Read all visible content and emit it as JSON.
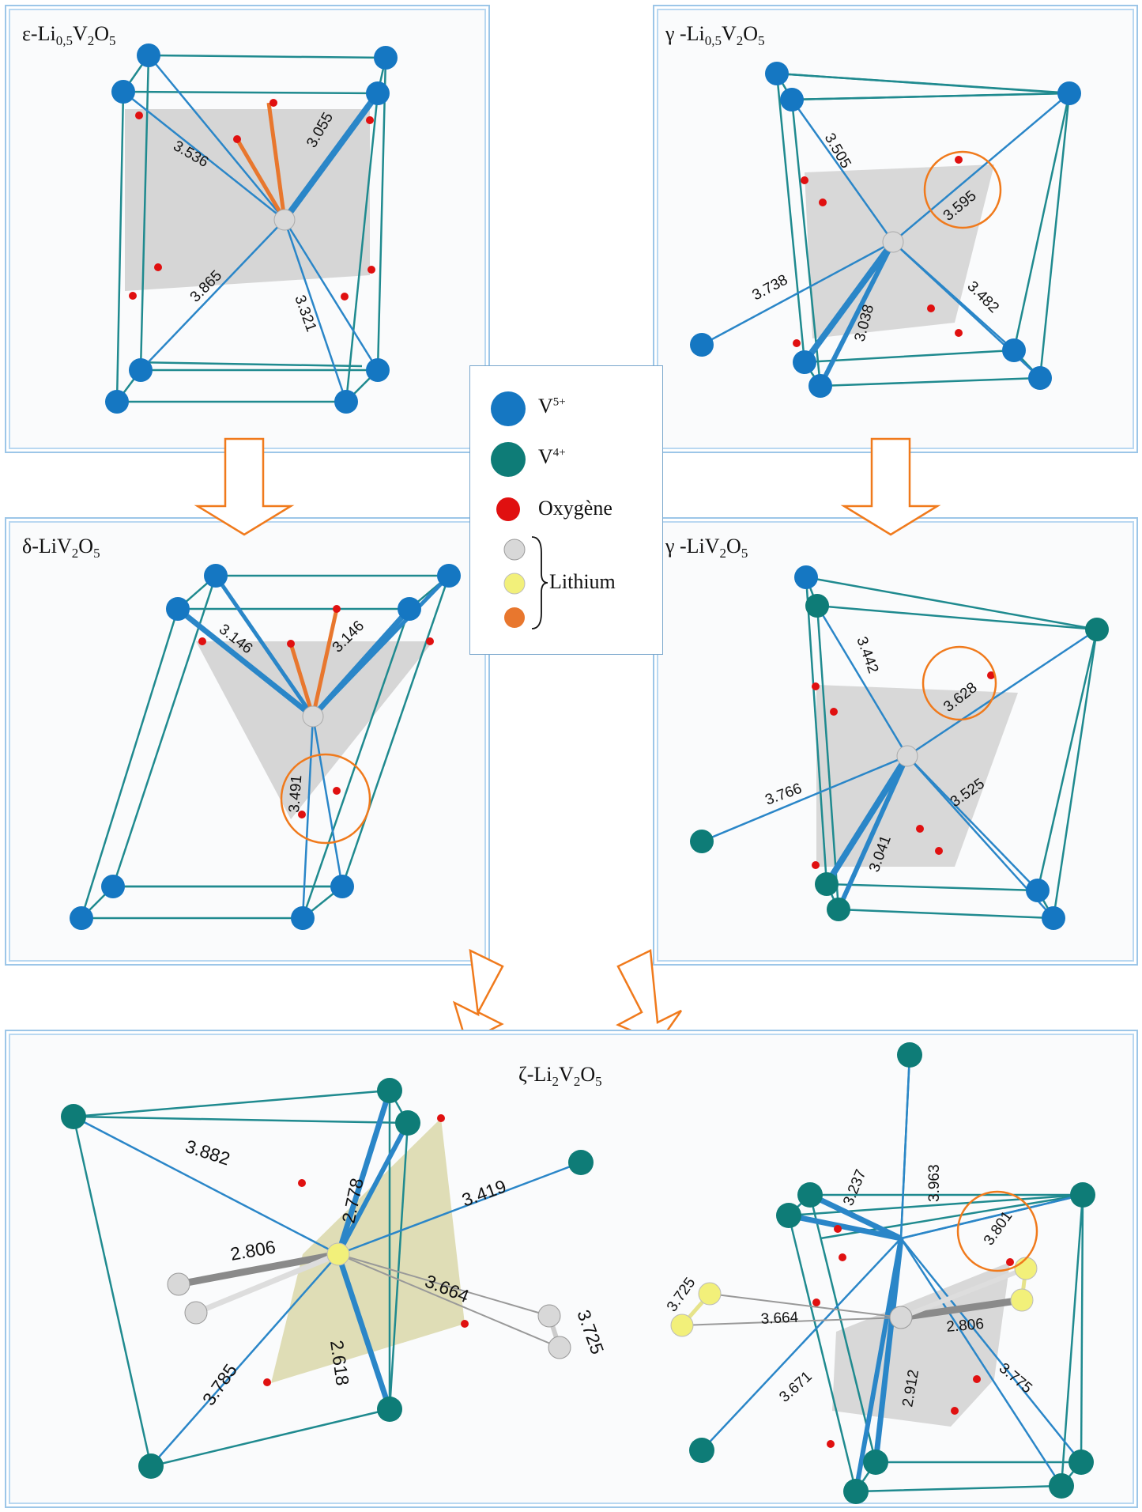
{
  "panels": {
    "eps": {
      "title_main": "ε-Li",
      "title_sub1": "0,5",
      "title_mid": "V",
      "title_sub2": "2",
      "title_o": "O",
      "title_sub3": "5",
      "distances": [
        "3.536",
        "3.055",
        "3.865",
        "3.321"
      ]
    },
    "gamma05": {
      "title_main": "γ -Li",
      "title_sub1": "0,5",
      "title_mid": "V",
      "title_sub2": "2",
      "title_o": "O",
      "title_sub3": "5",
      "distances": [
        "3.505",
        "3.595",
        "3.738",
        "3.038",
        "3.482"
      ]
    },
    "delta": {
      "title_main": "δ-LiV",
      "title_sub2": "2",
      "title_o": "O",
      "title_sub3": "5",
      "distances": [
        "3.146",
        "3.146",
        "3.491"
      ]
    },
    "gamma1": {
      "title_main": "γ -LiV",
      "title_sub2": "2",
      "title_o": "O",
      "title_sub3": "5",
      "distances": [
        "3.442",
        "3.628",
        "3.766",
        "3.041",
        "3.525"
      ]
    },
    "zeta": {
      "title_main": "ζ-Li",
      "title_sub1": "2",
      "title_mid": "V",
      "title_sub2": "2",
      "title_o": "O",
      "title_sub3": "5",
      "distances_left": [
        "3.882",
        "2.778",
        "3.419",
        "2.806",
        "3.664",
        "3.725",
        "3.785",
        "2.618"
      ],
      "distances_right": [
        "3.237",
        "3.963",
        "3.801",
        "3.725",
        "3.664",
        "2.806",
        "3.671",
        "2.912",
        "3.775"
      ]
    }
  },
  "legend": {
    "v5": {
      "base": "V",
      "sup": "5+"
    },
    "v4": {
      "base": "V",
      "sup": "4+"
    },
    "oxygen": "Oxygène",
    "lithium": "Lithium"
  },
  "colors": {
    "v5": "#1577c2",
    "v4": "#0e7c77",
    "oxygen": "#e01010",
    "li_white": "#d8d8d8",
    "li_yellow": "#f2f07a",
    "li_orange": "#e8772e",
    "bond_blue": "#2a86c8",
    "frame": "#1f8a8f",
    "circle": "#f07a1c",
    "arrow": "#f07a1c"
  }
}
